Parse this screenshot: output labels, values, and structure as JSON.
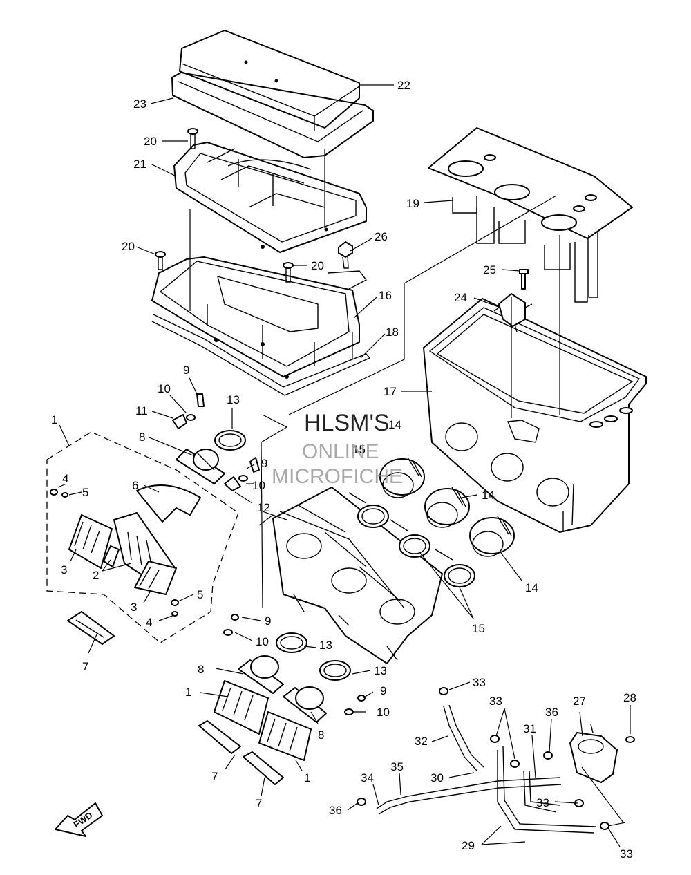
{
  "watermark": {
    "line1": "HLSM'S",
    "line2": "ONLINE",
    "line3": "MICROFICHE"
  },
  "direction_badge": "FWD",
  "callouts": [
    {
      "id": "c22",
      "label": "22"
    },
    {
      "id": "c23",
      "label": "23"
    },
    {
      "id": "c20a",
      "label": "20"
    },
    {
      "id": "c21",
      "label": "21"
    },
    {
      "id": "c19",
      "label": "19"
    },
    {
      "id": "c20b",
      "label": "20"
    },
    {
      "id": "c26",
      "label": "26"
    },
    {
      "id": "c20c",
      "label": "20"
    },
    {
      "id": "c25",
      "label": "25"
    },
    {
      "id": "c24",
      "label": "24"
    },
    {
      "id": "c16",
      "label": "16"
    },
    {
      "id": "c18",
      "label": "18"
    },
    {
      "id": "c17",
      "label": "17"
    },
    {
      "id": "c9a",
      "label": "9"
    },
    {
      "id": "c10a",
      "label": "10"
    },
    {
      "id": "c13a",
      "label": "13"
    },
    {
      "id": "c11",
      "label": "11"
    },
    {
      "id": "c1a",
      "label": "1"
    },
    {
      "id": "c14a",
      "label": "14"
    },
    {
      "id": "c8a",
      "label": "8"
    },
    {
      "id": "c15a",
      "label": "15"
    },
    {
      "id": "c9b",
      "label": "9"
    },
    {
      "id": "c10b",
      "label": "10"
    },
    {
      "id": "c4a",
      "label": "4"
    },
    {
      "id": "c6",
      "label": "6"
    },
    {
      "id": "c5a",
      "label": "5"
    },
    {
      "id": "c12",
      "label": "12"
    },
    {
      "id": "c14b",
      "label": "14"
    },
    {
      "id": "c3a",
      "label": "3"
    },
    {
      "id": "c2",
      "label": "2"
    },
    {
      "id": "c5b",
      "label": "5"
    },
    {
      "id": "c3b",
      "label": "3"
    },
    {
      "id": "c14c",
      "label": "14"
    },
    {
      "id": "c4b",
      "label": "4"
    },
    {
      "id": "c9c",
      "label": "9"
    },
    {
      "id": "c15b",
      "label": "15"
    },
    {
      "id": "c7a",
      "label": "7"
    },
    {
      "id": "c10c",
      "label": "10"
    },
    {
      "id": "c13b",
      "label": "13"
    },
    {
      "id": "c8b",
      "label": "8"
    },
    {
      "id": "c13c",
      "label": "13"
    },
    {
      "id": "c1b",
      "label": "1"
    },
    {
      "id": "c9d",
      "label": "9"
    },
    {
      "id": "c33a",
      "label": "33"
    },
    {
      "id": "c10d",
      "label": "10"
    },
    {
      "id": "c33b",
      "label": "33"
    },
    {
      "id": "c36a",
      "label": "36"
    },
    {
      "id": "c27",
      "label": "27"
    },
    {
      "id": "c28",
      "label": "28"
    },
    {
      "id": "c8c",
      "label": "8"
    },
    {
      "id": "c32",
      "label": "32"
    },
    {
      "id": "c31",
      "label": "31"
    },
    {
      "id": "c7b",
      "label": "7"
    },
    {
      "id": "c1c",
      "label": "1"
    },
    {
      "id": "c30",
      "label": "30"
    },
    {
      "id": "c34",
      "label": "34"
    },
    {
      "id": "c35",
      "label": "35"
    },
    {
      "id": "c7c",
      "label": "7"
    },
    {
      "id": "c33c",
      "label": "33"
    },
    {
      "id": "c36b",
      "label": "36"
    },
    {
      "id": "c29",
      "label": "29"
    },
    {
      "id": "c33d",
      "label": "33"
    }
  ]
}
